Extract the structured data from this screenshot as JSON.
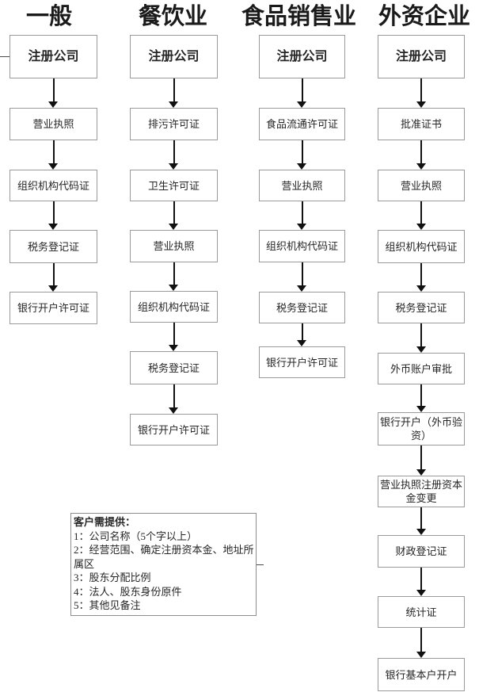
{
  "columns": [
    {
      "header": "一般",
      "boxes": [
        {
          "label": "注册公司",
          "bold": true
        },
        {
          "label": "营业执照"
        },
        {
          "label": "组织机构代码证"
        },
        {
          "label": "税务登记证"
        },
        {
          "label": "银行开户许可证"
        }
      ]
    },
    {
      "header": "餐饮业",
      "boxes": [
        {
          "label": "注册公司",
          "bold": true
        },
        {
          "label": "排污许可证"
        },
        {
          "label": "卫生许可证"
        },
        {
          "label": "营业执照"
        },
        {
          "label": "组织机构代码证"
        },
        {
          "label": "税务登记证"
        },
        {
          "label": "银行开户许可证"
        }
      ]
    },
    {
      "header": "食品销售业",
      "boxes": [
        {
          "label": "注册公司",
          "bold": true
        },
        {
          "label": "食品流通许可证"
        },
        {
          "label": "营业执照"
        },
        {
          "label": "组织机构代码证"
        },
        {
          "label": "税务登记证"
        },
        {
          "label": "银行开户许可证"
        }
      ]
    },
    {
      "header": "外资企业",
      "boxes": [
        {
          "label": "注册公司",
          "bold": true
        },
        {
          "label": "批准证书"
        },
        {
          "label": "营业执照"
        },
        {
          "label": "组织机构代码证"
        },
        {
          "label": "税务登记证"
        },
        {
          "label": "外币账户审批"
        },
        {
          "label": "银行开户（外币验资）"
        },
        {
          "label": "营业执照注册资本金变更"
        },
        {
          "label": "财政登记证"
        },
        {
          "label": "统计证"
        },
        {
          "label": "银行基本户开户"
        }
      ]
    }
  ],
  "note": {
    "title": "客户需提供：",
    "items": [
      "1：公司名称（5个字以上）",
      "2：经营范围、确定注册资本金、地址所属区",
      "3：股东分配比例",
      "4：法人、股东身份原件",
      "5：其他见备注"
    ]
  },
  "colors": {
    "border": "#9a9a9a",
    "arrow": "#111111",
    "text": "#262626",
    "header_text": "#1a1a1a"
  }
}
